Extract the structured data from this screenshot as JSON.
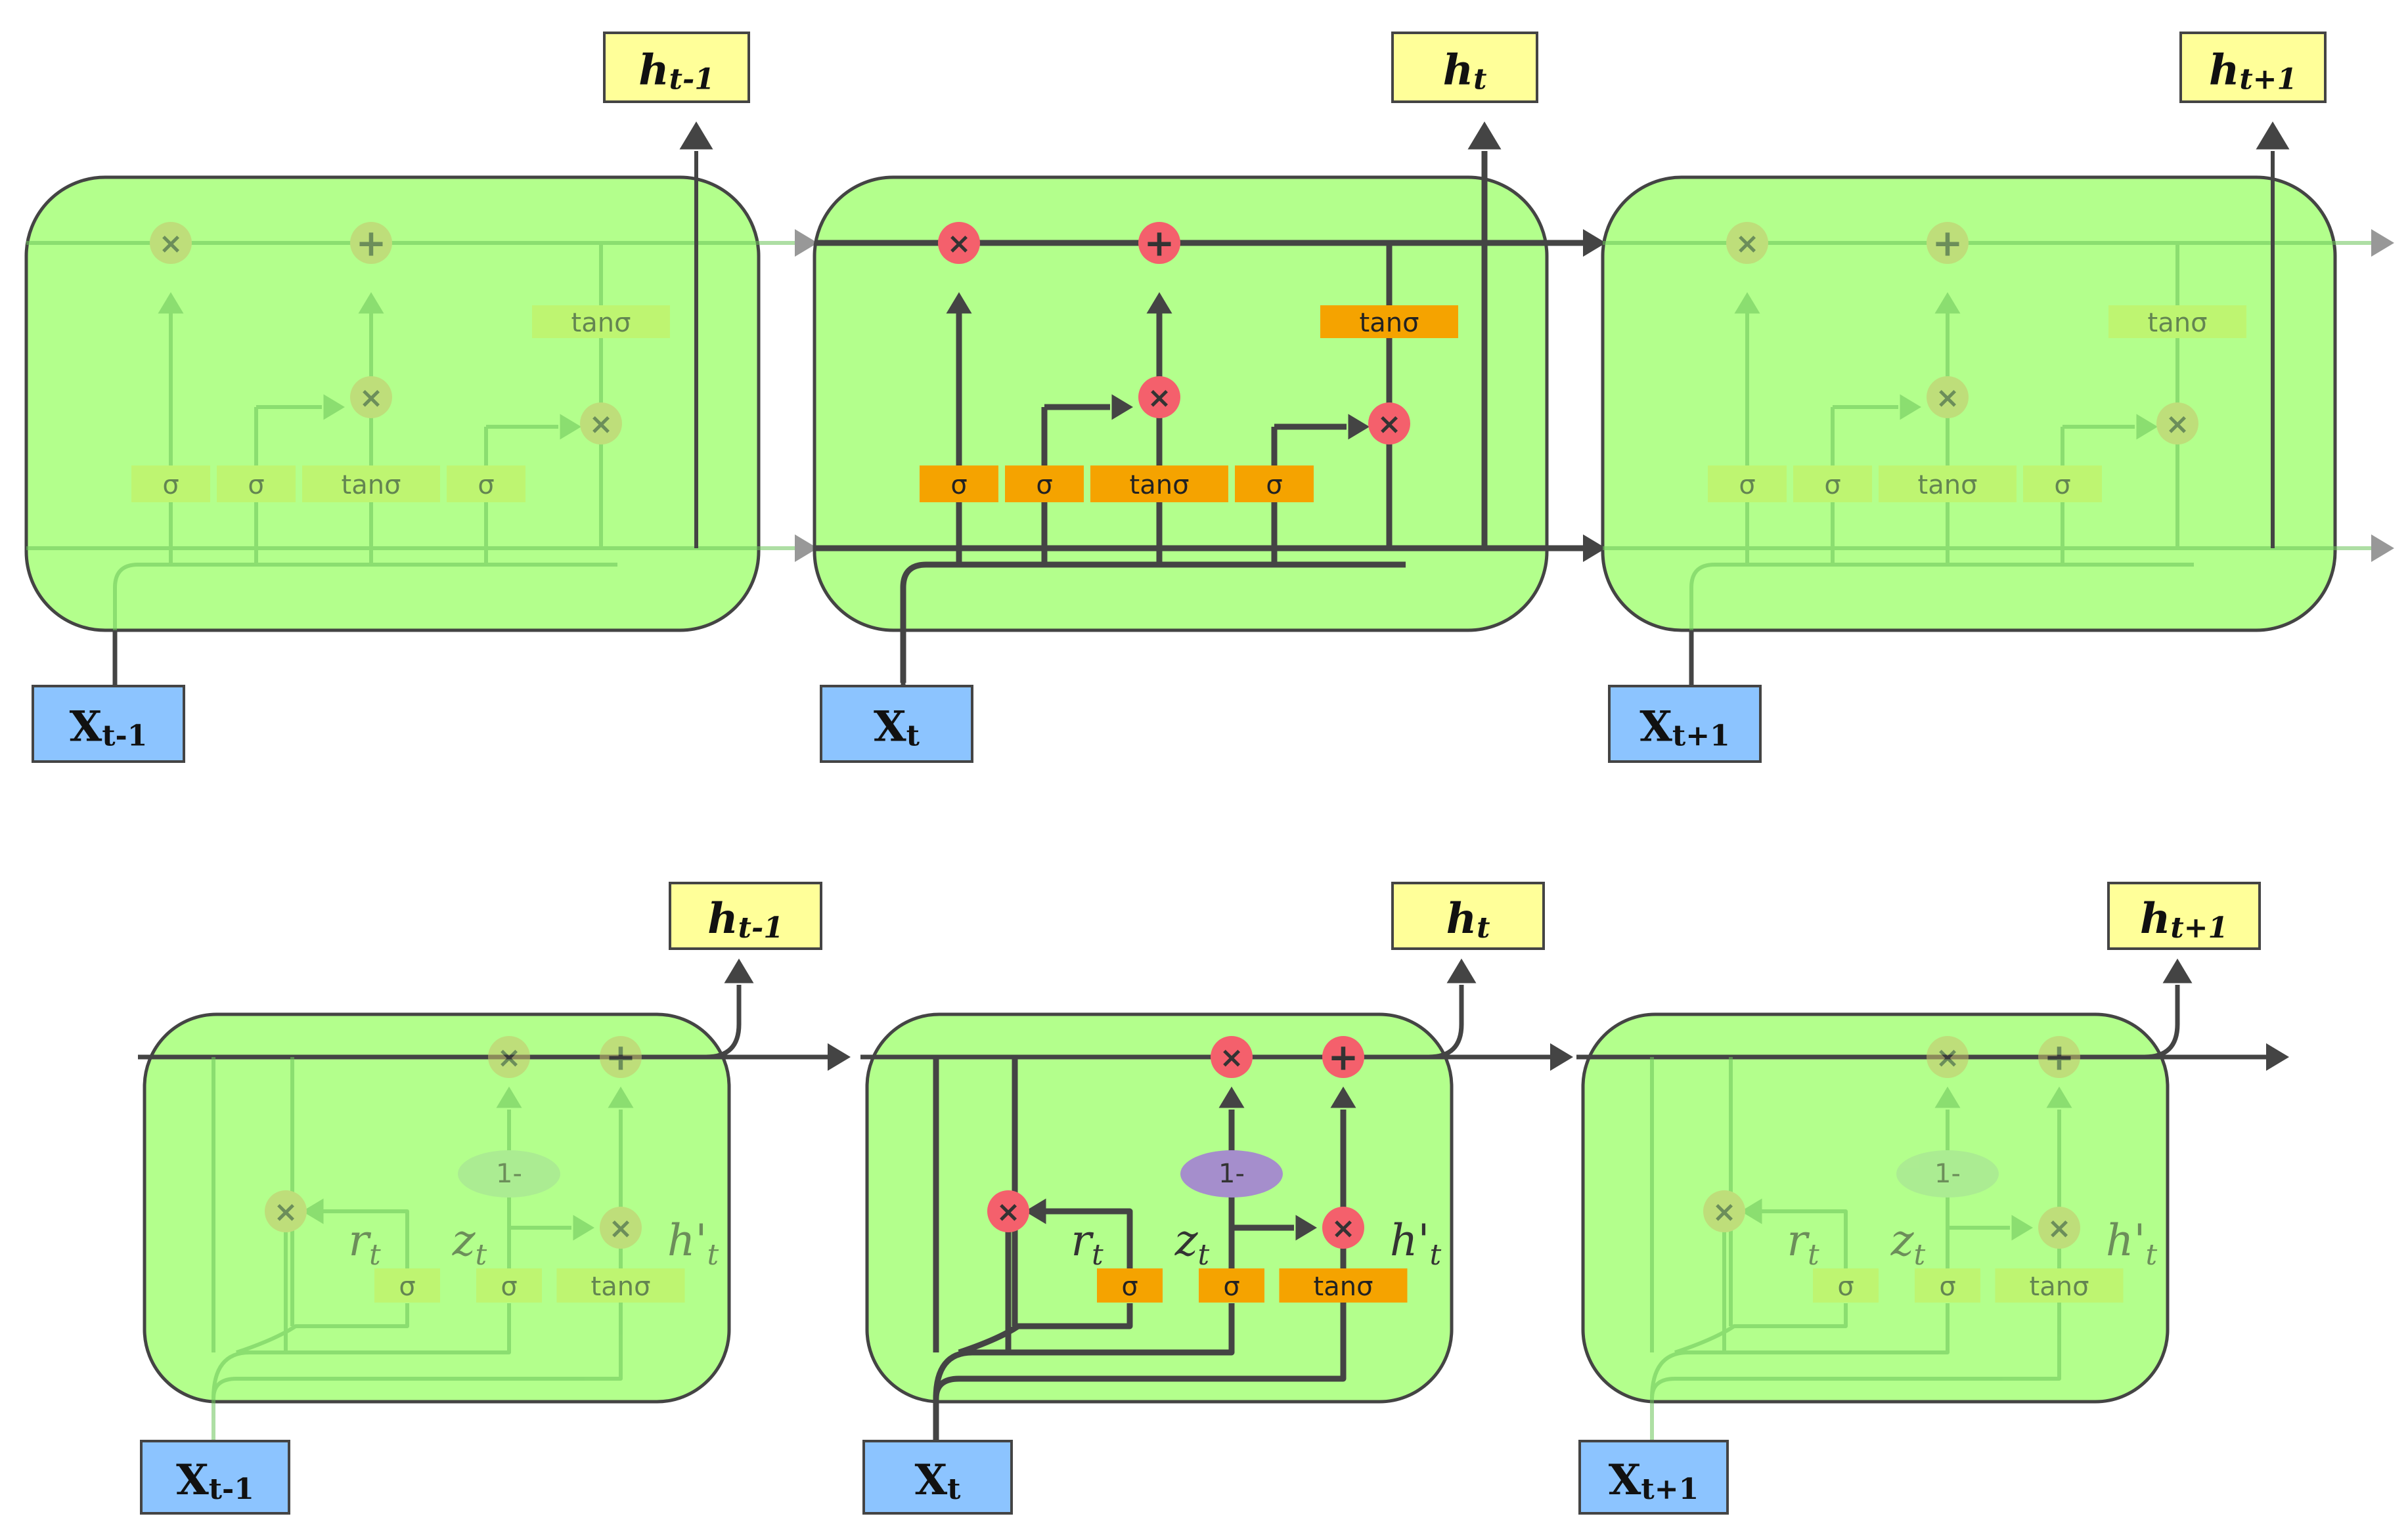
{
  "colors": {
    "cell_fill": "#b3ff8c",
    "cell_stroke": "#444444",
    "arrow_dark": "#444444",
    "arrow_faded": "#6cc45a",
    "gate_active": "#f5a300",
    "gate_faded": "#c8ee5c",
    "op_active": "#f4606c",
    "op_faded": "#c7c46c",
    "one_minus_active": "#a58ecc",
    "one_minus_faded": "#a5dd98",
    "output_fill": "#ffff99",
    "input_fill": "#8cc4ff"
  },
  "lstm": {
    "cells": [
      {
        "key": "lstm-left",
        "active": false,
        "input": {
          "base": "X",
          "sub": "t-1"
        },
        "output": {
          "base": "h",
          "sub": "t-1"
        },
        "gates": [
          "σ",
          "σ",
          "tanσ",
          "σ"
        ],
        "state_tanh": "tanσ",
        "ops": {
          "forget": "×",
          "add": "+",
          "input": "×",
          "output": "×"
        }
      },
      {
        "key": "lstm-center",
        "active": true,
        "input": {
          "base": "X",
          "sub": "t"
        },
        "output": {
          "base": "h",
          "sub": "t"
        },
        "gates": [
          "σ",
          "σ",
          "tanσ",
          "σ"
        ],
        "state_tanh": "tanσ",
        "ops": {
          "forget": "×",
          "add": "+",
          "input": "×",
          "output": "×"
        }
      },
      {
        "key": "lstm-right",
        "active": false,
        "input": {
          "base": "X",
          "sub": "t+1"
        },
        "output": {
          "base": "h",
          "sub": "t+1"
        },
        "gates": [
          "σ",
          "σ",
          "tanσ",
          "σ"
        ],
        "state_tanh": "tanσ",
        "ops": {
          "forget": "×",
          "add": "+",
          "input": "×",
          "output": "×"
        }
      }
    ]
  },
  "gru": {
    "cells": [
      {
        "key": "gru-left",
        "active": false,
        "input": {
          "base": "X",
          "sub": "t-1"
        },
        "output": {
          "base": "h",
          "sub": "t-1"
        },
        "gates": [
          "σ",
          "σ",
          "tanσ"
        ],
        "one_minus": "1-",
        "labels": {
          "r": "r",
          "r_sub": "t",
          "z": "z",
          "z_sub": "t",
          "h": "h'",
          "h_sub": "t"
        },
        "ops": {
          "reset": "×",
          "update": "×",
          "add": "+",
          "candidate": "×"
        }
      },
      {
        "key": "gru-center",
        "active": true,
        "input": {
          "base": "X",
          "sub": "t"
        },
        "output": {
          "base": "h",
          "sub": "t"
        },
        "gates": [
          "σ",
          "σ",
          "tanσ"
        ],
        "one_minus": "1-",
        "labels": {
          "r": "r",
          "r_sub": "t",
          "z": "z",
          "z_sub": "t",
          "h": "h'",
          "h_sub": "t"
        },
        "ops": {
          "reset": "×",
          "update": "×",
          "add": "+",
          "candidate": "×"
        }
      },
      {
        "key": "gru-right",
        "active": false,
        "input": {
          "base": "X",
          "sub": "t+1"
        },
        "output": {
          "base": "h",
          "sub": "t+1"
        },
        "gates": [
          "σ",
          "σ",
          "tanσ"
        ],
        "one_minus": "1-",
        "labels": {
          "r": "r",
          "r_sub": "t",
          "z": "z",
          "z_sub": "t",
          "h": "h'",
          "h_sub": "t"
        },
        "ops": {
          "reset": "×",
          "update": "×",
          "add": "+",
          "candidate": "×"
        }
      }
    ]
  }
}
